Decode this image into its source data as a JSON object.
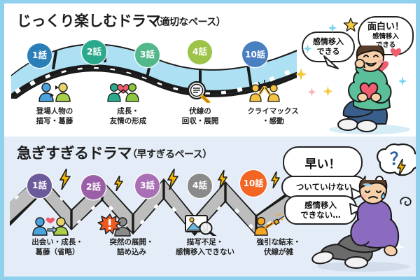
{
  "meta": {
    "border_color": "#8fd0ec",
    "panel_good_bg": "#ffffff",
    "panel_bad_bg": "#e4ecf7"
  },
  "panel_good": {
    "title_main": "じっくり楽しむドラマ",
    "title_sub": "（適切なペース）",
    "episodes": [
      {
        "label": "1話",
        "color": "#2b7fb8"
      },
      {
        "label": "2話",
        "color": "#2aa98c"
      },
      {
        "label": "3話",
        "color": "#52b88a"
      },
      {
        "label": "4話",
        "color": "#9dc348"
      },
      {
        "label": "10話",
        "color": "#4a7fc0"
      }
    ],
    "captions": [
      {
        "line1": "登場人物の",
        "line2": "描写・葛藤",
        "icon": "two-people-conflict-icon"
      },
      {
        "line1": "成長・",
        "line2": "友情の形成",
        "icon": "friendship-heart-icon"
      },
      {
        "line1": "伏線の",
        "line2": "回収・展開",
        "icon": "magnifier-document-icon"
      },
      {
        "line1": "クライマックス",
        "line2": "・感動",
        "icon": "celebration-people-icon"
      }
    ],
    "bubble_left": {
      "l1": "感情移入",
      "l2": "できる"
    },
    "bubble_right": {
      "l1": "面白い！",
      "l2": "感情移入",
      "l3": "できる"
    },
    "character": "happy-seated-person"
  },
  "panel_bad": {
    "title_main": "急ぎすぎるドラマ",
    "title_sub": "（早すぎるペース）",
    "episodes": [
      {
        "label": "1話",
        "color": "#6b5b9a"
      },
      {
        "label": "2話",
        "color": "#9b5fa8"
      },
      {
        "label": "3話",
        "color": "#a86fb5"
      },
      {
        "label": "4話",
        "color": "#8a8a8a"
      },
      {
        "label": "10話",
        "color": "#f26522"
      }
    ],
    "captions": [
      {
        "line1": "出会い・成長・",
        "line2": "葛藤（省略）",
        "icon": "rushed-romance-icon"
      },
      {
        "line1": "突然の展開・",
        "line2": "詰め込み",
        "icon": "shock-burst-icon"
      },
      {
        "line1": "描写不足・",
        "line2": "感情移入できない",
        "icon": "image-magnifier-icon"
      },
      {
        "line1": "強引な結末・",
        "line2": "伏線が雑",
        "icon": "throwing-away-icon"
      }
    ],
    "bubble": {
      "l1": "早い！",
      "l2": "ついていけない",
      "l3": "感情移入",
      "l4": "できない…"
    },
    "thought": "？",
    "character": "exhausted-seated-person"
  }
}
